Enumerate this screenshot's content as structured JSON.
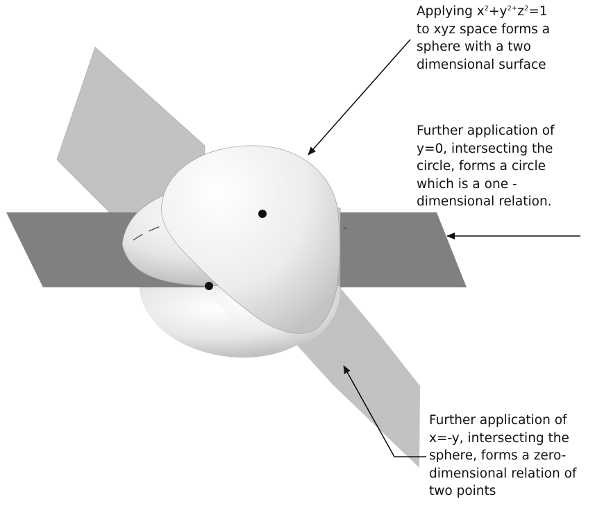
{
  "colors": {
    "background": "#ffffff",
    "horizontal_plane": "#808080",
    "diagonal_plane": "#c2c2c2",
    "sphere_light": "#ffffff",
    "sphere_shadow": "#b9b9b9",
    "intersection_point": "#111111",
    "text": "#111111"
  },
  "annotations": {
    "sphere": {
      "equation_prefix": "Applying x",
      "equation_exp1": "2",
      "equation_mid1": "+y",
      "equation_exp2": "2+",
      "equation_mid2": "z",
      "equation_exp3": "2",
      "equation_suffix": "=1",
      "line2": "to xyz space forms a",
      "line3": "sphere with a two",
      "line4": "dimensional surface"
    },
    "circle": {
      "line1": "Further application of",
      "line2": "y=0, intersecting the",
      "line3": "circle, forms a circle",
      "line4": "which is a one -",
      "line5": "dimensional relation."
    },
    "points": {
      "line1": "Further application of",
      "line2": "x=-y, intersecting the",
      "line3": "sphere, forms a zero-",
      "line4": "dimensional relation of",
      "line5": "two points"
    }
  }
}
